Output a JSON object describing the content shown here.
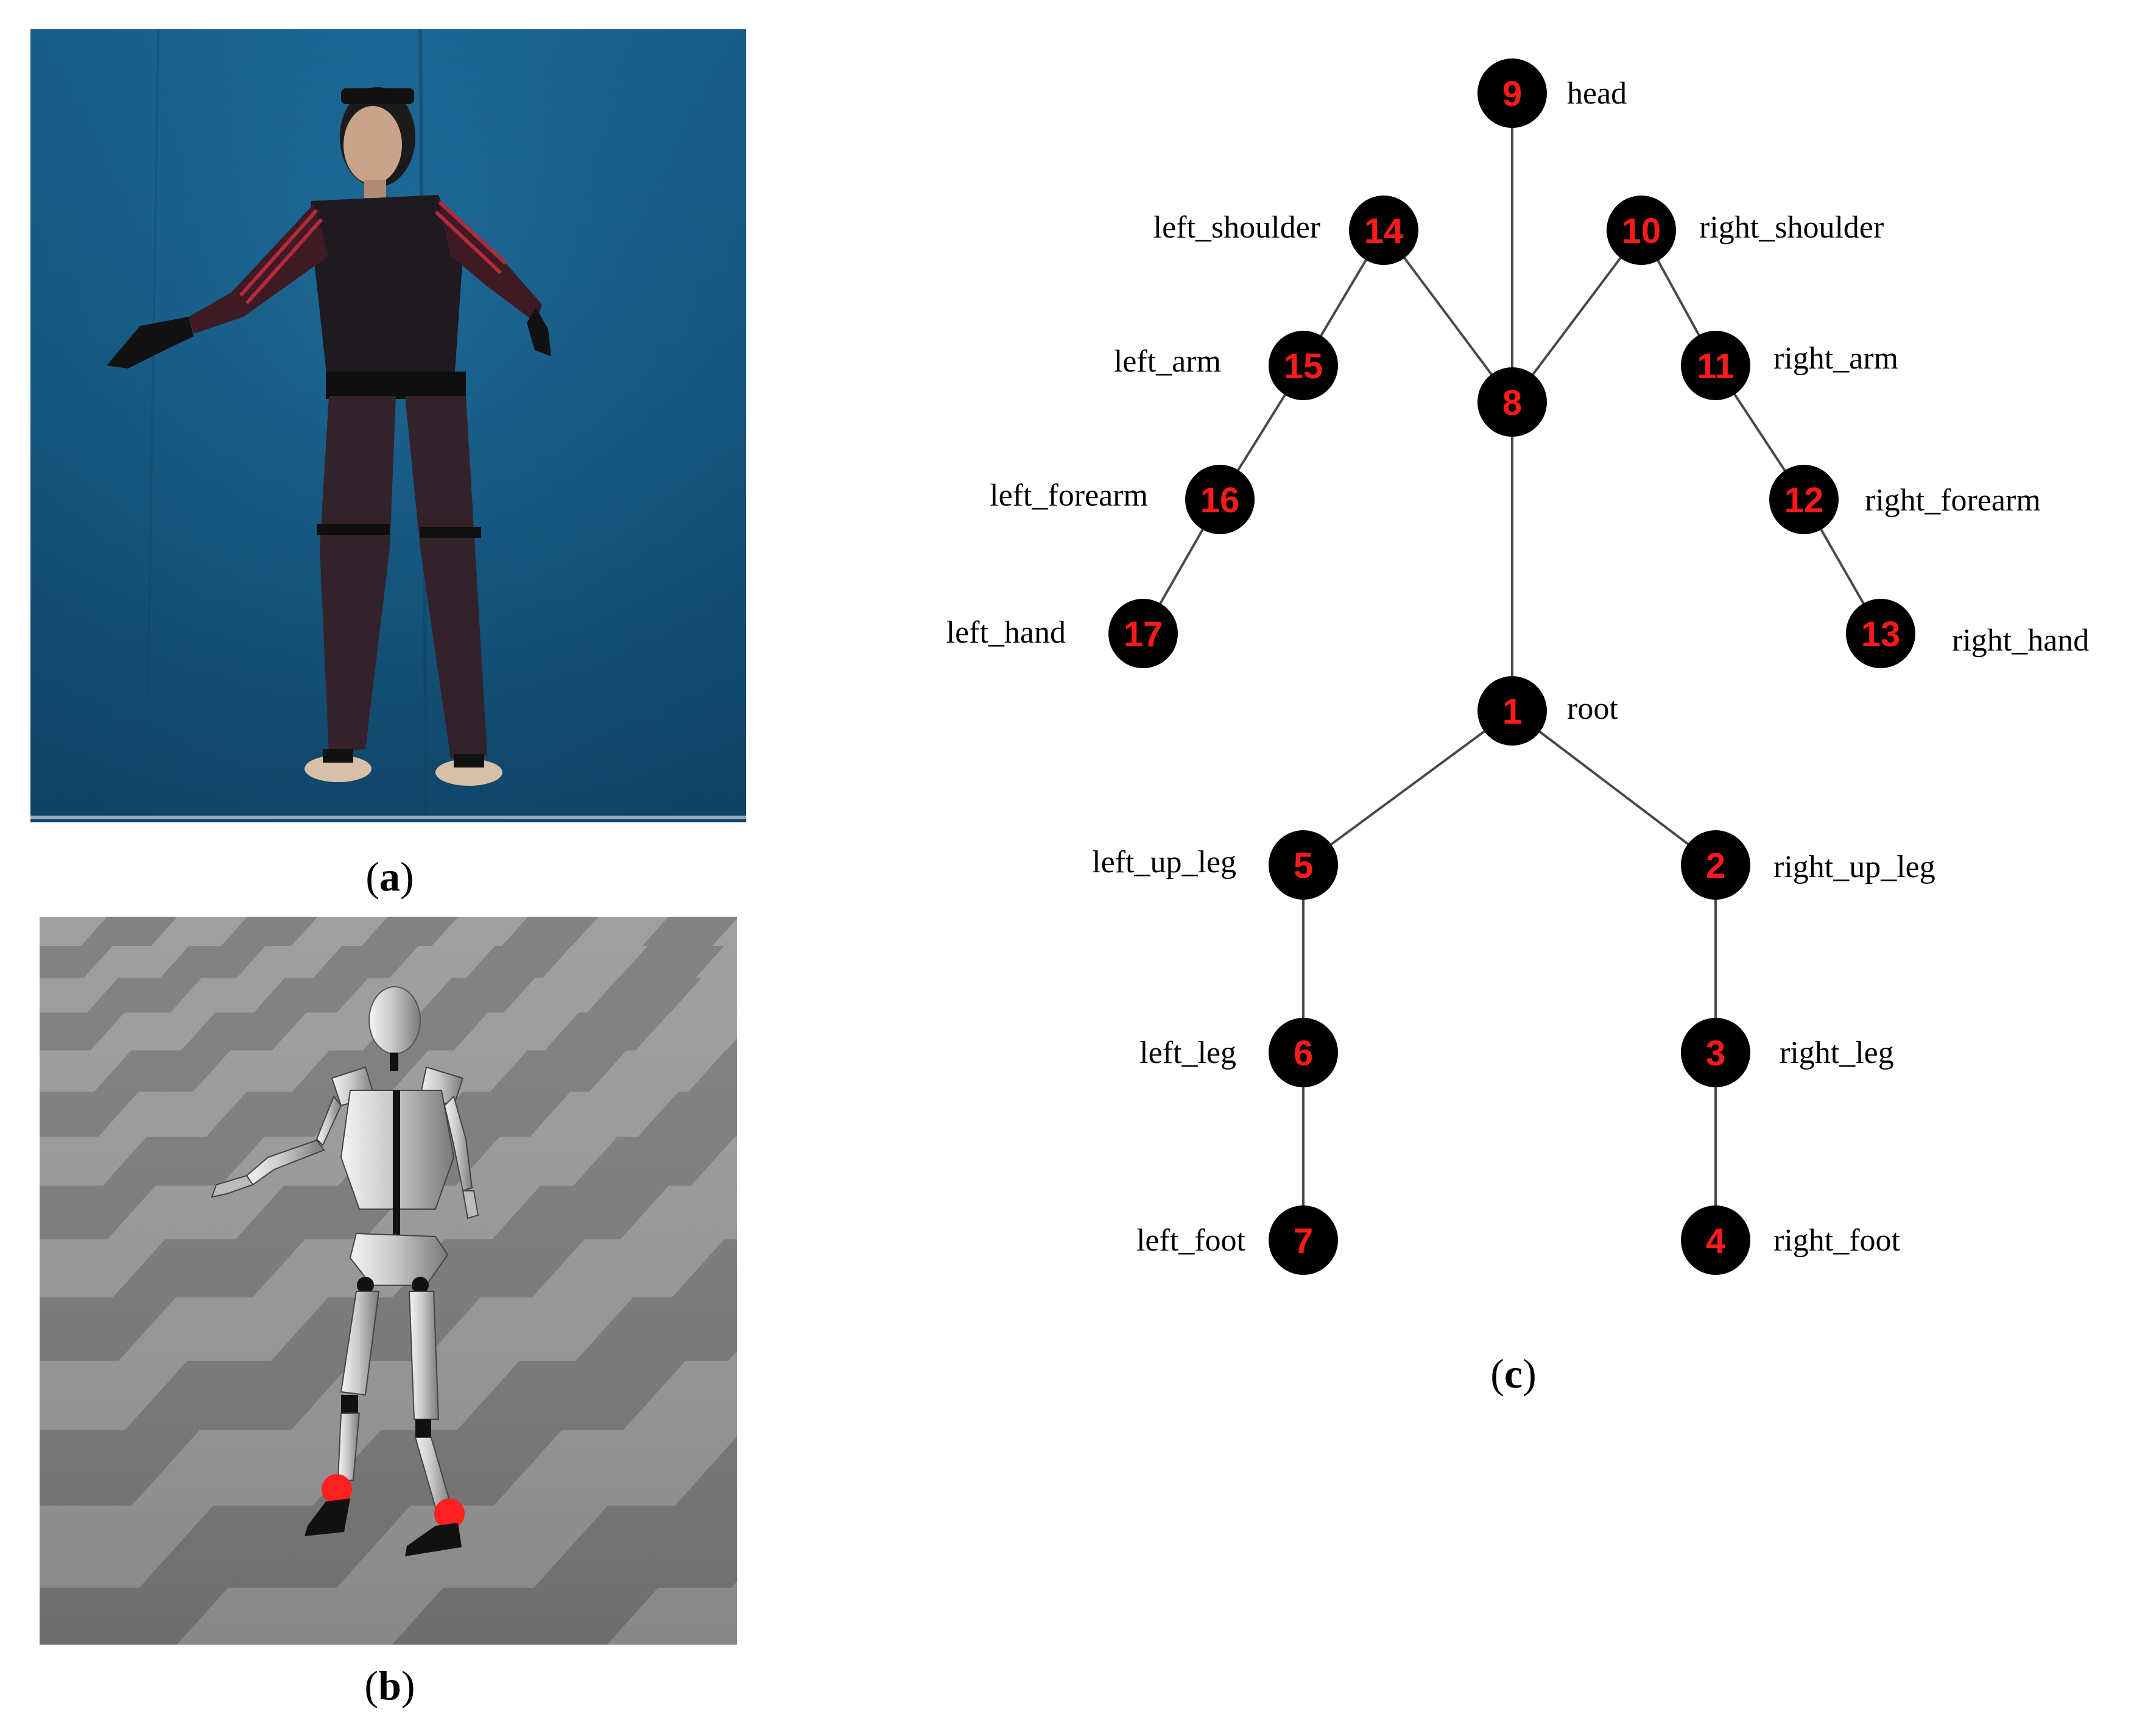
{
  "panels": {
    "a": {
      "caption_letter": "a"
    },
    "b": {
      "caption_letter": "b"
    },
    "c": {
      "caption_letter": "c"
    }
  },
  "colors": {
    "joint_fill": "#000000",
    "joint_number": "#ff1a1a",
    "bone": "#4a4a4a",
    "backdrop_blue": "#12507a",
    "marker_red": "#ff2020"
  },
  "skeleton": {
    "joints": [
      {
        "id": "1",
        "label": "root"
      },
      {
        "id": "2",
        "label": "right_up_leg"
      },
      {
        "id": "3",
        "label": "right_leg"
      },
      {
        "id": "4",
        "label": "right_foot"
      },
      {
        "id": "5",
        "label": "left_up_leg"
      },
      {
        "id": "6",
        "label": "left_leg"
      },
      {
        "id": "7",
        "label": "left_foot"
      },
      {
        "id": "8",
        "label": ""
      },
      {
        "id": "9",
        "label": "head"
      },
      {
        "id": "10",
        "label": "right_shoulder"
      },
      {
        "id": "11",
        "label": "right_arm"
      },
      {
        "id": "12",
        "label": "right_forearm"
      },
      {
        "id": "13",
        "label": "right_hand"
      },
      {
        "id": "14",
        "label": "left_shoulder"
      },
      {
        "id": "15",
        "label": "left_arm"
      },
      {
        "id": "16",
        "label": "left_forearm"
      },
      {
        "id": "17",
        "label": "left_hand"
      }
    ],
    "bones": [
      [
        "1",
        "8"
      ],
      [
        "8",
        "9"
      ],
      [
        "8",
        "10"
      ],
      [
        "10",
        "11"
      ],
      [
        "11",
        "12"
      ],
      [
        "12",
        "13"
      ],
      [
        "8",
        "14"
      ],
      [
        "14",
        "15"
      ],
      [
        "15",
        "16"
      ],
      [
        "16",
        "17"
      ],
      [
        "1",
        "2"
      ],
      [
        "2",
        "3"
      ],
      [
        "3",
        "4"
      ],
      [
        "1",
        "5"
      ],
      [
        "5",
        "6"
      ],
      [
        "6",
        "7"
      ]
    ]
  }
}
